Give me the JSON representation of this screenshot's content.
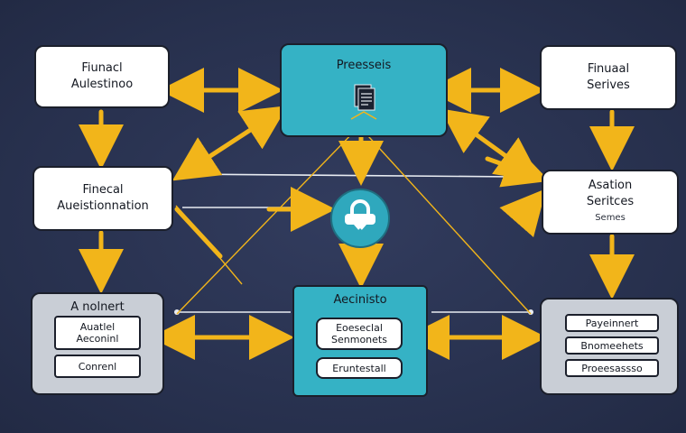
{
  "nodes": {
    "top_left": {
      "line1": "Fiunacl",
      "line2": "Aulestinoo"
    },
    "top_center": {
      "title": "Preesseis"
    },
    "top_right": {
      "line1": "Finuaal",
      "line2": "Serives"
    },
    "mid_left": {
      "line1": "Finecal",
      "line2": "Aueistionnation"
    },
    "mid_right": {
      "line1": "Asation",
      "line2": "Seritces",
      "line3": "Semes"
    },
    "bottom_left": {
      "title": "A nolnert",
      "items": [
        "Auatlel\nAeconinl",
        "Conrenl"
      ]
    },
    "bottom_center": {
      "title": "Aecinisto",
      "items": [
        "Eoeseclal\nSenmonets",
        "Eruntestall"
      ]
    },
    "bottom_right": {
      "items": [
        "Payeinnert",
        "Bnomeehets",
        "Proeesassso"
      ]
    }
  },
  "colors": {
    "background": "#2a3352",
    "arrow": "#f2b51a",
    "teal": "#35b2c5",
    "gray_panel": "#c9ced6",
    "connector": "#e8ecf2"
  },
  "icons": [
    "document-stack-icon",
    "user-lock-icon"
  ]
}
